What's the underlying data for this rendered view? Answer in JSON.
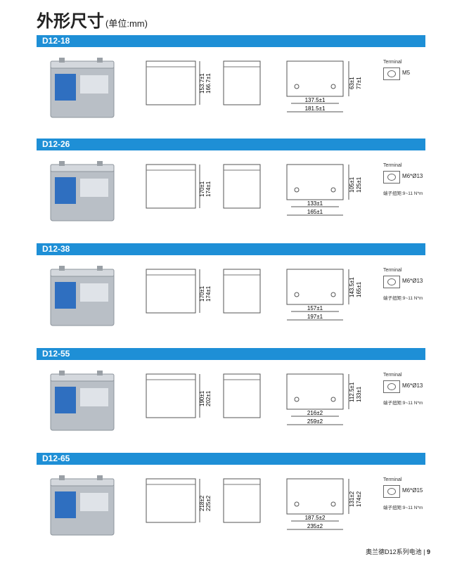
{
  "header": {
    "title": "外形尺寸",
    "unit": "(单位:mm)"
  },
  "colors": {
    "accent": "#1e8fd6"
  },
  "models": [
    {
      "name": "D12-18",
      "front": [
        "153.7±1",
        "166.7±1"
      ],
      "top_v": [
        "63±1",
        "77±1"
      ],
      "top_h": [
        "137.5±1",
        "181.5±1"
      ],
      "terminal_label": "Terminal",
      "terminal": "M5",
      "torque": ""
    },
    {
      "name": "D12-26",
      "front": [
        "170±1",
        "174±1"
      ],
      "top_v": [
        "105±1",
        "125±1"
      ],
      "top_h": [
        "133±1",
        "165±1"
      ],
      "terminal_label": "Terminal",
      "terminal": "M6*Ø13",
      "torque": "端子扭矩:9~11 N*m"
    },
    {
      "name": "D12-38",
      "front": [
        "170±1",
        "174±1"
      ],
      "top_v": [
        "143.5±1",
        "165±1"
      ],
      "top_h": [
        "157±1",
        "197±1"
      ],
      "terminal_label": "Terminal",
      "terminal": "M6*Ø13",
      "torque": "端子扭矩:9~11 N*m"
    },
    {
      "name": "D12-55",
      "front": [
        "190±1",
        "202±1"
      ],
      "top_v": [
        "112.5±1",
        "133±1"
      ],
      "top_h": [
        "216±2",
        "259±2"
      ],
      "terminal_label": "Terminal",
      "terminal": "M6*Ø13",
      "torque": "端子扭矩:9~11 N*m"
    },
    {
      "name": "D12-65",
      "front": [
        "218±2",
        "225±2"
      ],
      "top_v": [
        "131±2",
        "174±2"
      ],
      "top_h": [
        "187.5±2",
        "235±2"
      ],
      "terminal_label": "Terminal",
      "terminal": "M6*Ø15",
      "torque": "端子扭矩:9~11 N*m"
    }
  ],
  "footer": {
    "text": "奥兰德D12系列电池",
    "page": "9"
  }
}
